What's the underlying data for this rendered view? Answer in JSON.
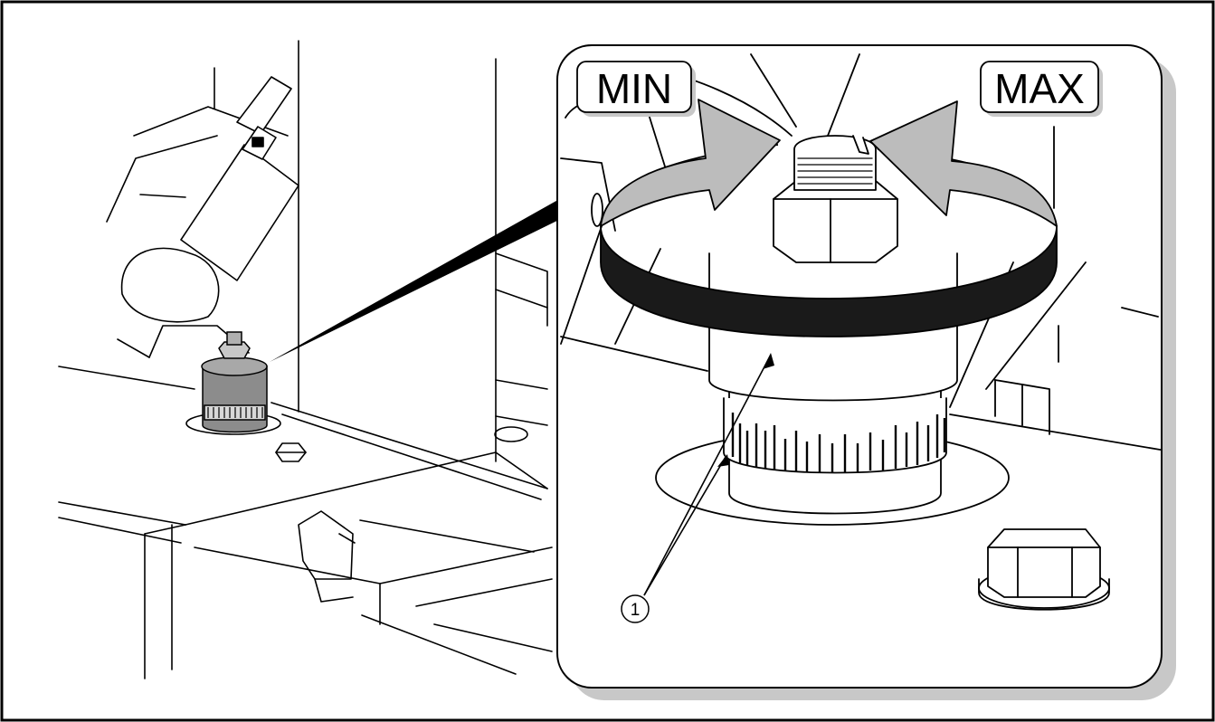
{
  "labels": {
    "min": "MIN",
    "max": "MAX"
  },
  "callouts": [
    {
      "number": "1"
    }
  ],
  "colors": {
    "line": "#000000",
    "detail_shadow": "#c8c8c8",
    "knob_body": "#8c8c8c",
    "arrow_fill": "#bcbcbc",
    "band": "#1a1a1a"
  }
}
